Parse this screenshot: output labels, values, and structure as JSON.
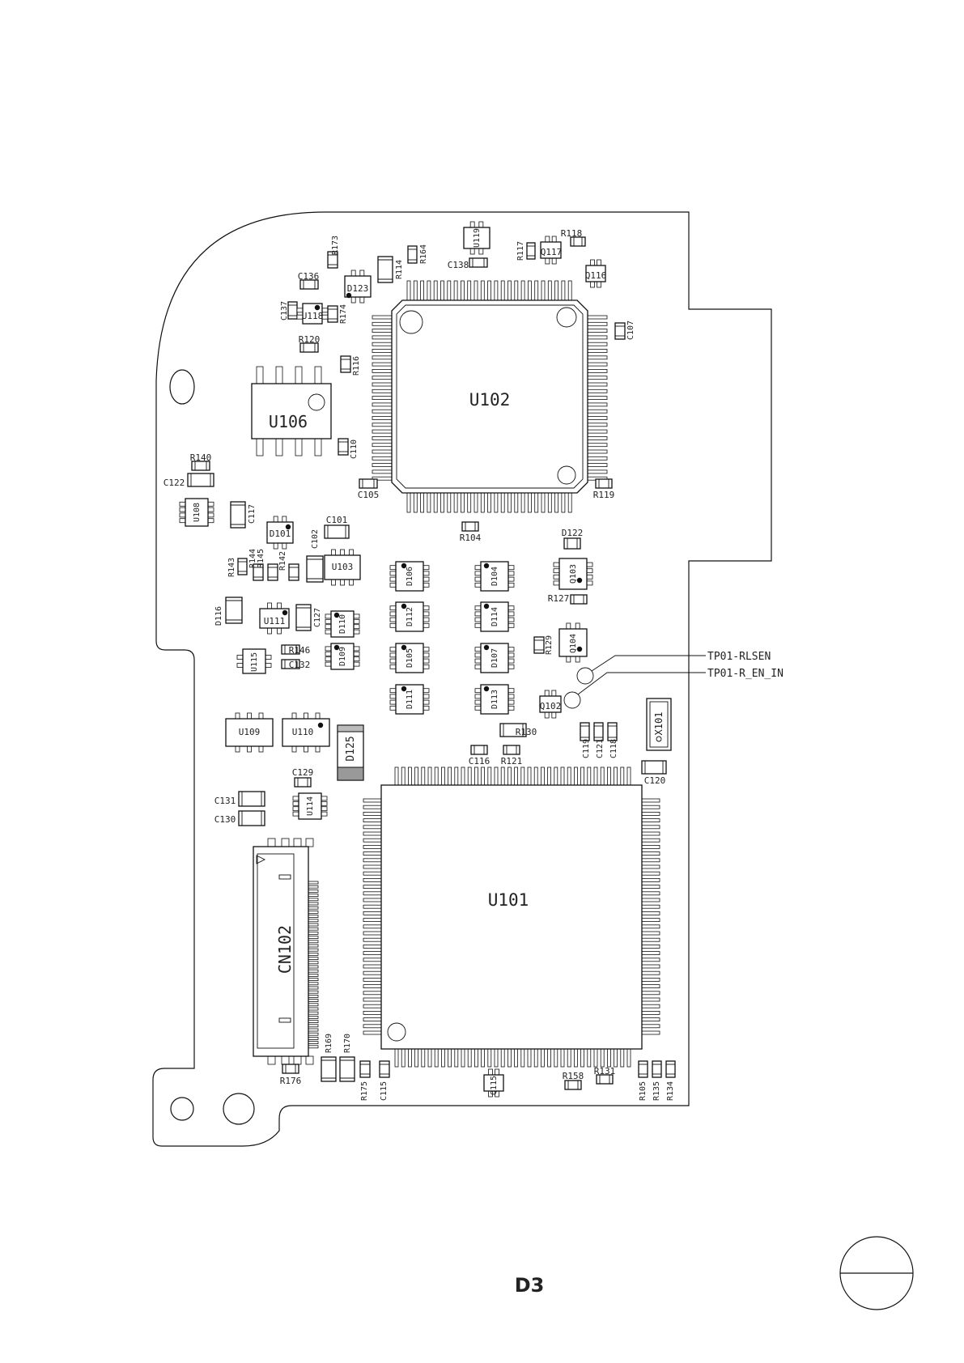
{
  "board": {
    "page_label": "D3",
    "test_points": [
      {
        "label": "TP01-RLSEN"
      },
      {
        "label": "TP01-R_EN_IN"
      }
    ],
    "ics": {
      "u102": "U102",
      "u101": "U101",
      "u106": "U106",
      "cn102": "CN102",
      "x101": "X101",
      "d125": "D125"
    },
    "components": [
      "U119",
      "R118",
      "R117",
      "Q117",
      "Q116",
      "R164",
      "R114",
      "C138",
      "R173",
      "C136",
      "D123",
      "C137",
      "U118",
      "R174",
      "R120",
      "R116",
      "C107",
      "C110",
      "R140",
      "C122",
      "U108",
      "C117",
      "D101",
      "C101",
      "C105",
      "R119",
      "R104",
      "D122",
      "R144",
      "R145",
      "R143",
      "R142",
      "C102",
      "U103",
      "D106",
      "D104",
      "Q103",
      "R127",
      "D116",
      "U111",
      "C127",
      "D110",
      "D112",
      "D114",
      "R129",
      "Q104",
      "U115",
      "R146",
      "C132",
      "D109",
      "D105",
      "D107",
      "D111",
      "D113",
      "Q102",
      "R130",
      "U109",
      "U110",
      "C119",
      "C121",
      "C118",
      "C116",
      "R121",
      "C120",
      "C129",
      "C131",
      "U114",
      "C130",
      "R169",
      "R170",
      "R176",
      "R175",
      "C115",
      "Q115",
      "R158",
      "R131",
      "R105",
      "R135",
      "R134"
    ]
  }
}
